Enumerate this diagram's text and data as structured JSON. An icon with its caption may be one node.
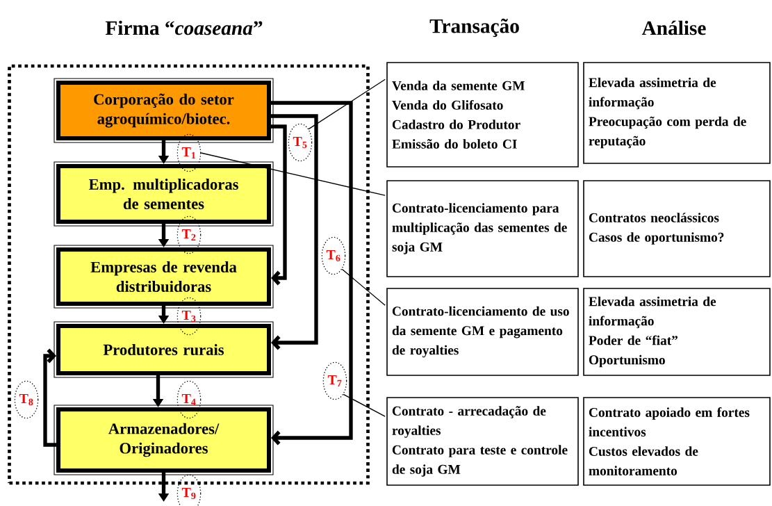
{
  "diagram": {
    "nodes": [
      {
        "text": [],
        "shape": "box"
      },
      {
        "text": [
          "Corporação do setor agroquímico/biotec."
        ],
        "in": 0
      },
      {
        "text": [
          "Emp. multiplicadoras de sementes"
        ],
        "in": 0
      },
      {
        "text": [
          "Empresas de revenda distribuidoras"
        ],
        "in": 0
      },
      {
        "text": [
          "Produtores rurais"
        ],
        "in": 0
      },
      {
        "text": [
          "Armazenadores/ Originadores"
        ],
        "in": 0
      },
      {
        "text": [
          "T$_{1}$"
        ],
        "in": 0
      },
      {
        "text": [
          "T$_{2}$"
        ],
        "in": 0
      },
      {
        "text": [
          "T$_{3}$"
        ],
        "in": 0
      },
      {
        "text": [
          "T$_{4}$"
        ],
        "in": 0
      },
      {
        "text": [
          "T$_{5}$"
        ],
        "in": 0
      },
      {
        "text": [
          "T$_{6}$"
        ],
        "in": 0
      },
      {
        "text": [
          "T$_{7}$"
        ],
        "in": 0
      },
      {
        "text": [
          "T$_{8}$"
        ],
        "in": 0
      },
      {
        "text": [
          "T$_{9}$"
        ]
      },
      {
        "text": [
          "Venda da semente GM",
          "Venda do Glifosato",
          "Cadastro do Produtor",
          "Emissão do boleto CI"
        ]
      },
      {
        "text": [
          "Contrato-licenciamento para multiplicação das sementes de soja GM"
        ]
      },
      {
        "text": [
          "Contrato-licenciamento de uso da semente GM e pagamento de royalties"
        ]
      },
      {
        "text": [
          "Contrato - arrecadação de royalties",
          "Contrato para teste e controle de soja GM"
        ]
      },
      {
        "text": [
          "Elevada assimetria de informação",
          "Preocupação com perda de reputação"
        ]
      },
      {
        "text": [
          "Contratos neoclássicos",
          "Casos de oportunismo?"
        ]
      },
      {
        "text": [
          "Elevada assimetria de informação",
          "Poder de “fiat”",
          "Oportunismo"
        ]
      },
      {
        "text": [
          "Contrato apoiado em fortes incentivos",
          "Custos elevados de monitoramento"
        ]
      }
    ],
    "edges": [
      {
        "from": 1,
        "to": 2,
        "arrow": "to"
      },
      {
        "from": 2,
        "to": 3,
        "arrow": "to"
      },
      {
        "from": 3,
        "to": 4,
        "arrow": "to"
      },
      {
        "from": 4,
        "to": 5,
        "arrow": "to"
      },
      {
        "from": 5,
        "to": null,
        "arrow": "to"
      },
      {
        "from": 1,
        "to": 3,
        "arrow": "to"
      },
      {
        "from": 1,
        "to": 4,
        "arrow": "to"
      },
      {
        "from": 1,
        "to": 5,
        "arrow": "to"
      },
      {
        "from": 5,
        "to": 4,
        "arrow": "to"
      },
      {
        "from": 10,
        "to": 15,
        "arrow": "none"
      },
      {
        "from": 6,
        "to": 16,
        "arrow": "none"
      },
      {
        "from": 11,
        "to": 17,
        "arrow": "none"
      },
      {
        "from": 12,
        "to": 18,
        "arrow": "none"
      }
    ],
    "labels": [
      "Firma “*coaseana*”",
      "Transação",
      "Análise"
    ]
  }
}
